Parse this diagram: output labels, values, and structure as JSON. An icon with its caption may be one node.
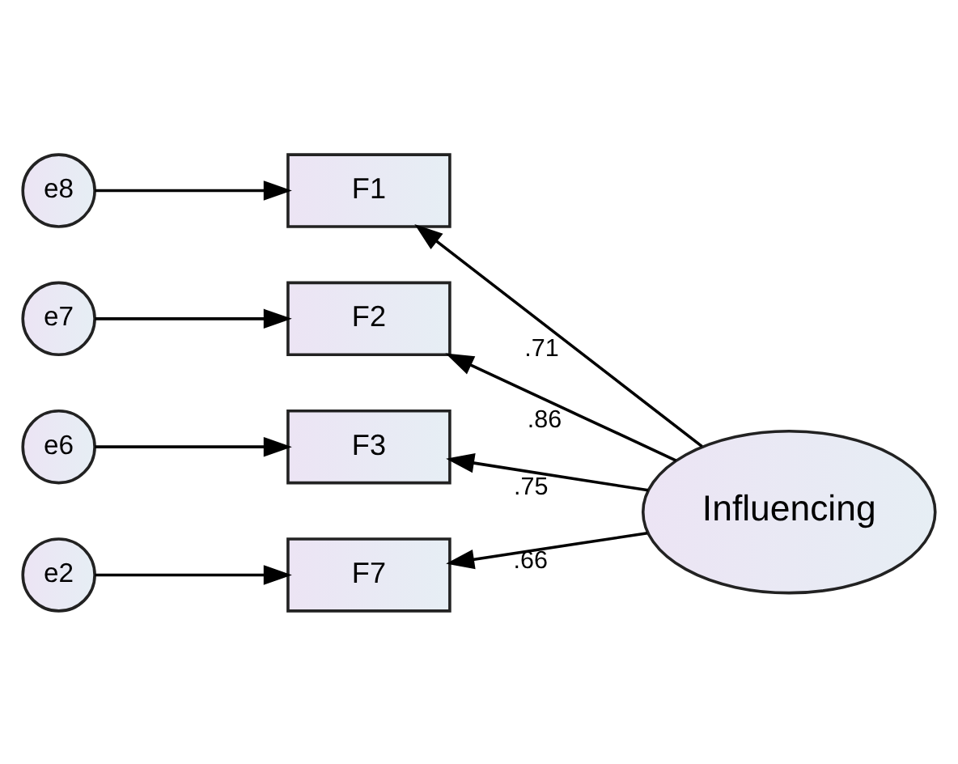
{
  "diagram": {
    "nodes": [
      {
        "text": [
          "e8"
        ]
      },
      {
        "text": [
          "F1"
        ]
      },
      {
        "text": [
          "e7"
        ]
      },
      {
        "text": [
          "F2"
        ]
      },
      {
        "text": [
          "e6"
        ]
      },
      {
        "text": [
          "F3"
        ]
      },
      {
        "text": [
          "Influencing"
        ]
      },
      {
        "text": [
          "e2"
        ]
      },
      {
        "text": [
          "F7"
        ]
      }
    ],
    "edges": [
      {
        "from": 0,
        "to": 1,
        "arrow": "to"
      },
      {
        "from": 2,
        "to": 3,
        "arrow": "to"
      },
      {
        "from": 4,
        "to": 5,
        "arrow": "to"
      },
      {
        "from": 6,
        "to": 1,
        "arrow": "to",
        "label": ".71"
      },
      {
        "from": 6,
        "to": 3,
        "arrow": "to",
        "label": ".86"
      },
      {
        "from": 6,
        "to": 5,
        "arrow": "to",
        "label": ".75"
      },
      {
        "from": 6,
        "to": 8,
        "arrow": "to",
        "label": ".66"
      },
      {
        "from": 7,
        "to": 8,
        "arrow": "to"
      }
    ]
  }
}
